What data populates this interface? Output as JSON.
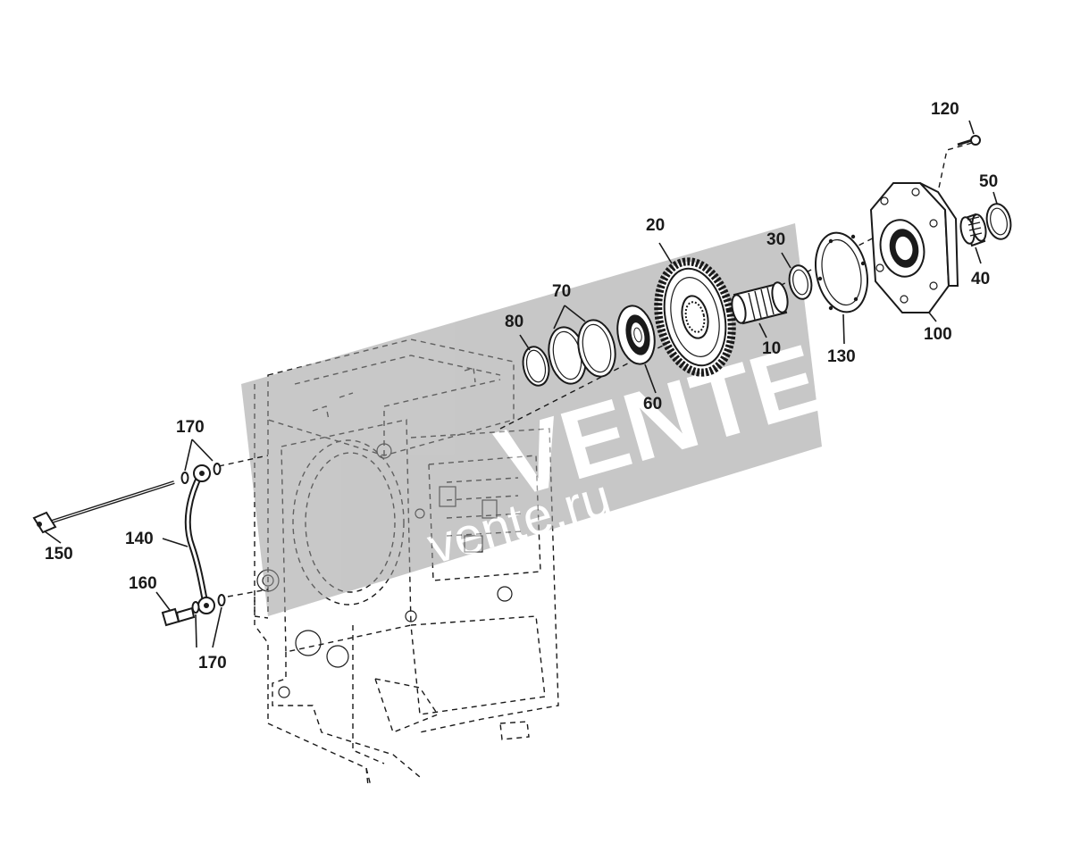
{
  "diagram": {
    "callouts": {
      "c10": "10",
      "c20": "20",
      "c30": "30",
      "c40": "40",
      "c50": "50",
      "c60": "60",
      "c70": "70",
      "c80": "80",
      "c100": "100",
      "c120": "120",
      "c130": "130",
      "c140": "140",
      "c150": "150",
      "c160": "160",
      "c170_top": "170",
      "c170_bottom": "170"
    },
    "watermark": {
      "brand": "VENTE",
      "url": "vente.ru"
    }
  }
}
